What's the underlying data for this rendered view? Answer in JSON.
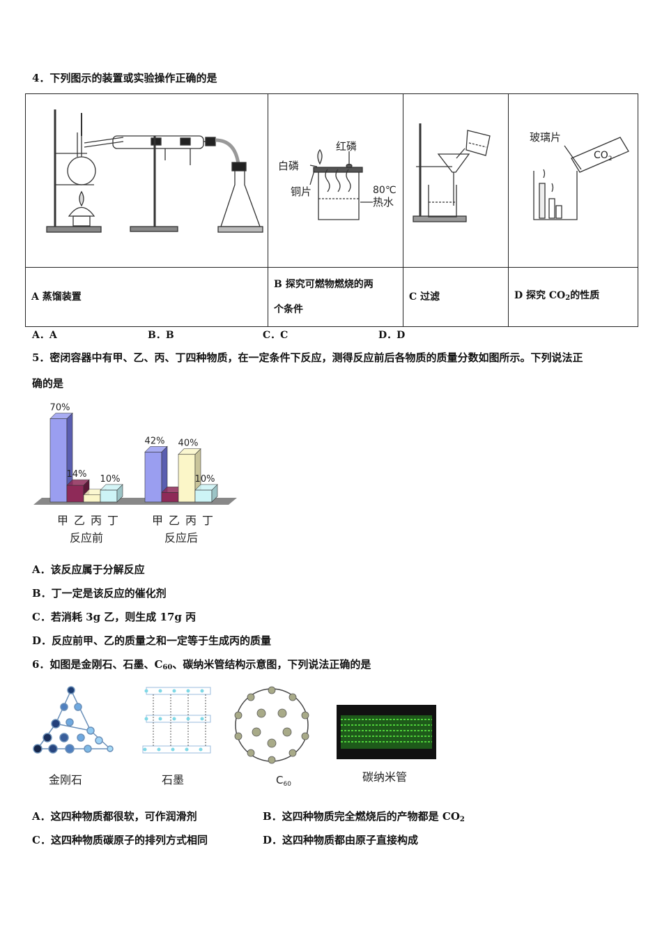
{
  "q4": {
    "stem": "4．下列图示的装置或实验操作正确的是",
    "figure_labels": {
      "b_red_p": "红磷",
      "b_white_p": "白磷",
      "b_copper": "铜片",
      "b_temp": "80℃",
      "b_hot_water": "热水",
      "d_glass": "玻璃片",
      "d_co2": "CO",
      "d_co2_sub": "2"
    },
    "captions": {
      "a": "A 蒸馏装置",
      "b_line1": "B 探究可燃物燃烧的两",
      "b_line2": "个条件",
      "c": "C 过滤",
      "d_pre": "D 探究 CO",
      "d_sub": "2",
      "d_post": "的性质"
    },
    "options": [
      "A．A",
      "B．B",
      "C．C",
      "D．D"
    ]
  },
  "q5": {
    "stem_line1": "5．密闭容器中有甲、乙、丙、丁四种物质，在一定条件下反应，测得反应前后各物质的质量分数如图所示。下列说法正",
    "stem_line2": "确的是",
    "options": [
      "A．该反应属于分解反应",
      "B．丁一定是该反应的催化剂",
      "C．若消耗 3g 乙，则生成 17g 丙",
      "D．反应前甲、乙的质量之和一定等于生成丙的质量"
    ]
  },
  "chart_data": {
    "type": "bar",
    "groups": [
      "反应前",
      "反应后"
    ],
    "categories": [
      "甲",
      "乙",
      "丙",
      "丁"
    ],
    "series": [
      {
        "group": "反应前",
        "values": [
          70,
          14,
          6,
          10
        ]
      },
      {
        "group": "反应后",
        "values": [
          42,
          8,
          40,
          10
        ]
      }
    ],
    "data_labels": {
      "before": [
        "70%",
        "14%",
        "",
        "10%"
      ],
      "after": [
        "42%",
        "",
        "40%",
        "10%"
      ]
    },
    "colors": [
      "#9a9ef0",
      "#8e2a58",
      "#fbf6c8",
      "#cdf4f6"
    ],
    "ylim": [
      0,
      75
    ]
  },
  "q6": {
    "stem_pre": "6．如图是金刚石、石墨、C",
    "stem_sub": "60",
    "stem_post": "、碳纳米管结构示意图，下列说法正确的是",
    "labels": {
      "diamond": "金刚石",
      "graphite": "石墨",
      "c60": "C",
      "c60_sub": "60",
      "nanotube": "碳纳米管"
    },
    "options": {
      "a": "A．这四种物质都很软，可作润滑剂",
      "b_pre": "B．这四种物质完全燃烧后的产物都是 CO",
      "b_sub": "2",
      "c": "C．这四种物质碳原子的排列方式相同",
      "d": "D．这四种物质都由原子直接构成"
    }
  }
}
